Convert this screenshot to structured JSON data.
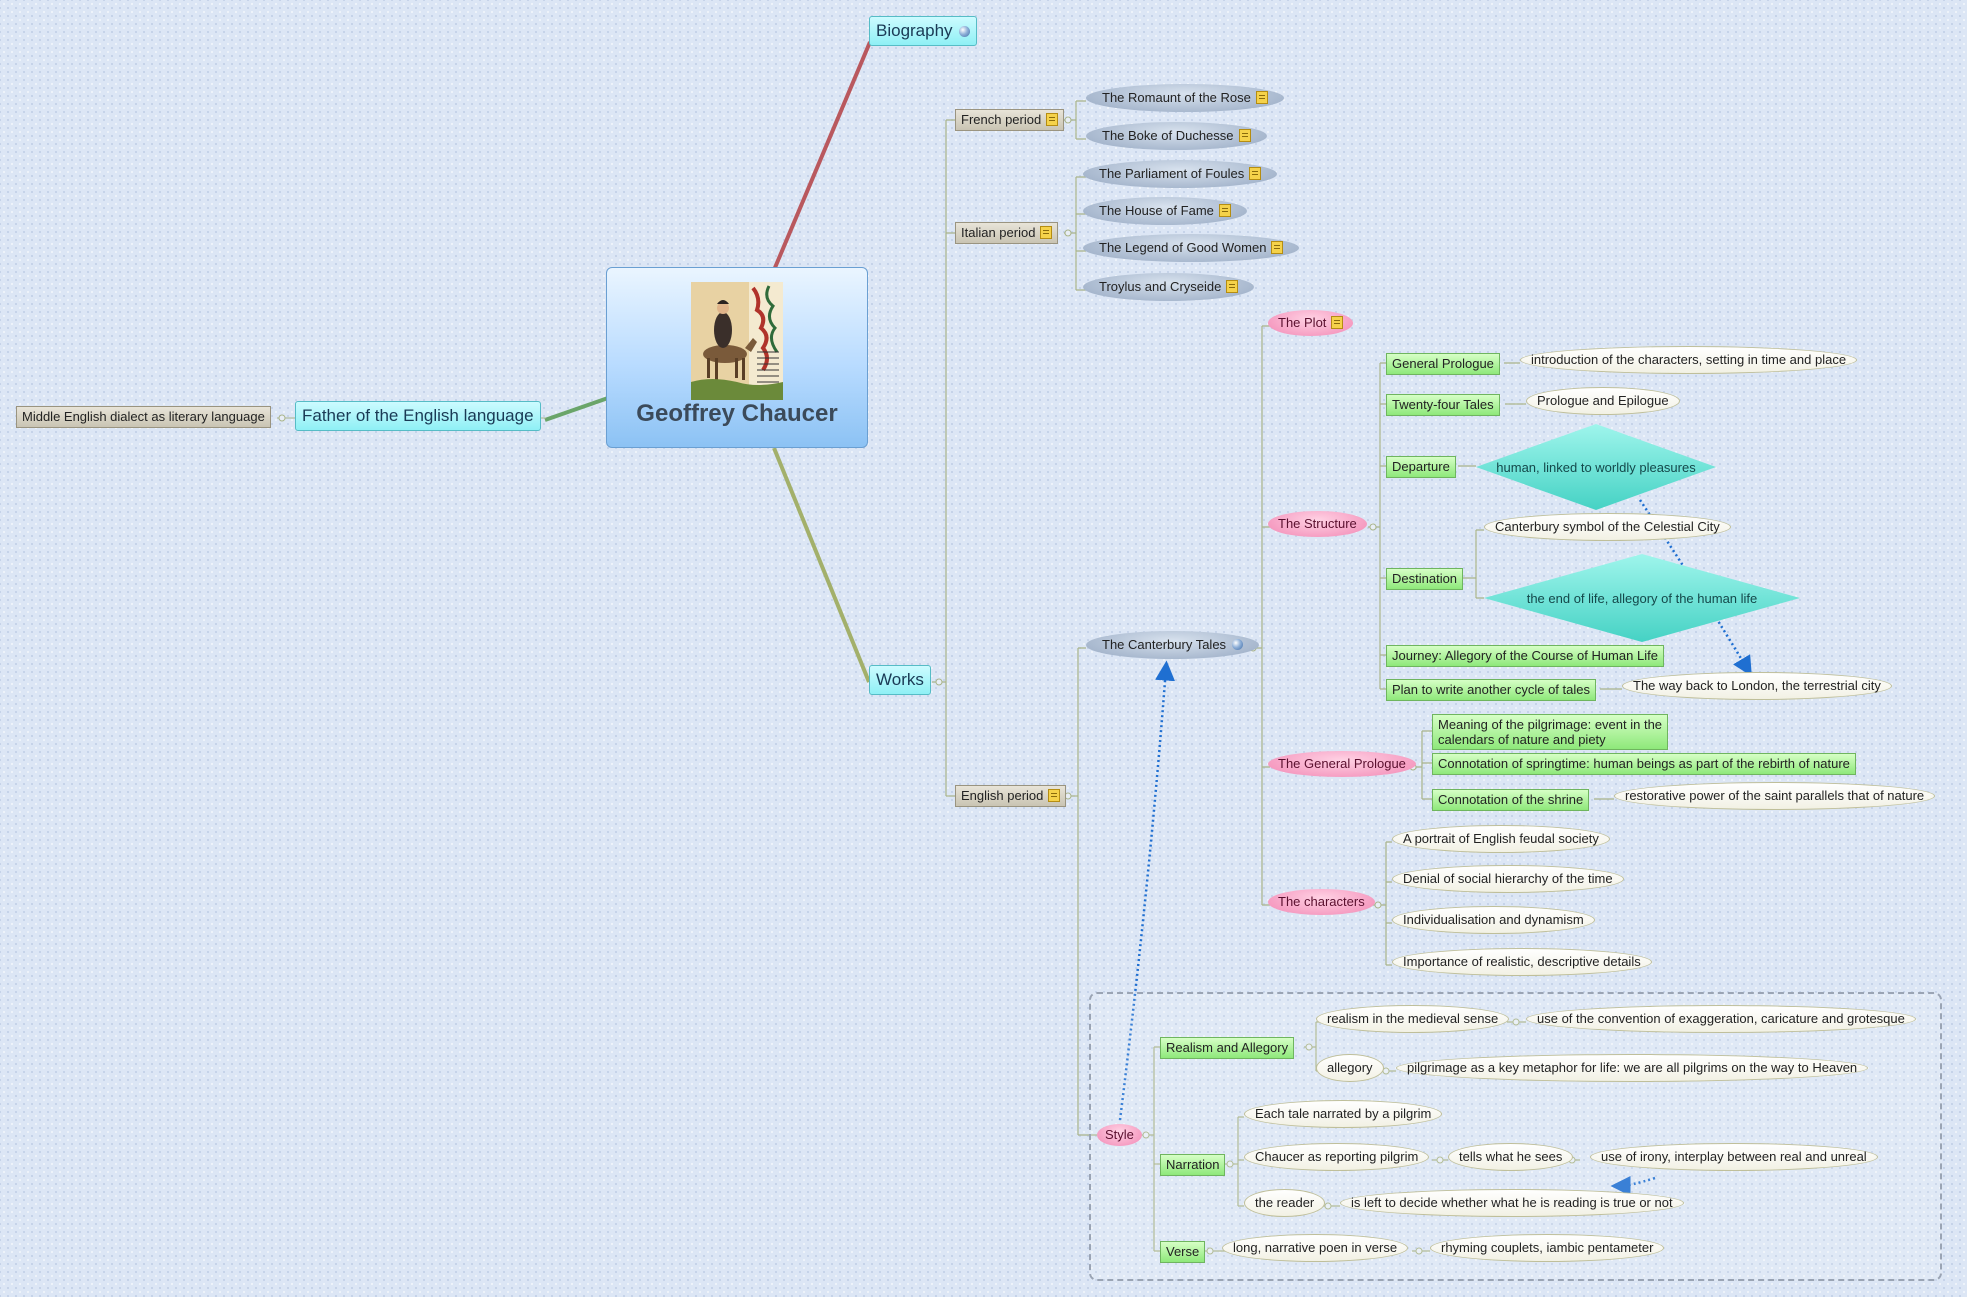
{
  "central": {
    "title": "Geoffrey Chaucer",
    "image": "pilgrim-on-horseback-manuscript-illustration"
  },
  "branches": {
    "biography": "Biography",
    "father": "Father of the English language",
    "middle_english": "Middle English dialect as literary language",
    "works": "Works"
  },
  "periods": {
    "french": "French period",
    "italian": "Italian period",
    "english": "English period"
  },
  "french_works": [
    "The Romaunt of the Rose",
    "The Boke of Duchesse"
  ],
  "italian_works": [
    "The Parliament of Foules",
    "The House of Fame",
    "The Legend of Good Women",
    "Troylus and Cryseide"
  ],
  "canterbury": {
    "title": "The Canterbury Tales",
    "plot": "The Plot",
    "structure": "The Structure",
    "general_prologue": "The General Prologue",
    "characters": "The characters",
    "style": "Style"
  },
  "structure_items": {
    "general_prologue": "General Prologue",
    "general_prologue_desc": "introduction of the characters, setting in time and place",
    "twenty_four": "Twenty-four Tales",
    "twenty_four_desc": "Prologue and Epilogue",
    "departure": "Departure",
    "departure_desc": "human, linked to worldly pleasures",
    "destination": "Destination",
    "destination_desc1": "Canterbury symbol of the Celestial City",
    "destination_desc2": "the end of life, allegory of the human life",
    "journey": "Journey: Allegory of the Course of Human Life",
    "plan": "Plan to write another cycle of tales",
    "plan_desc": "The way back to London, the terrestrial city"
  },
  "prologue_items": {
    "meaning_line1": "Meaning of the pilgrimage: event in the",
    "meaning_line2": "calendars of nature and piety",
    "springtime": "Connotation of springtime: human beings as part of the rebirth of nature",
    "shrine": "Connotation of the shrine",
    "shrine_desc": "restorative power of the saint parallels that of nature"
  },
  "character_items": [
    "A portrait of English feudal society",
    "Denial of social hierarchy of the time",
    "Individualisation and dynamism",
    "Importance of realistic, descriptive details"
  ],
  "style_items": {
    "realism": "Realism and Allegory",
    "realism_medieval": "realism in the medieval sense",
    "realism_medieval_desc": "use of the convention of exaggeration, caricature and grotesque",
    "allegory": "allegory",
    "allegory_desc": "pilgrimage as a key metaphor for life: we are all pilgrims on the way to Heaven",
    "narration": "Narration",
    "each_tale": "Each tale narrated by a pilgrim",
    "reporting": "Chaucer as reporting pilgrim",
    "tells": "tells what he sees",
    "irony": "use of irony, interplay between real and unreal",
    "reader": "the reader",
    "reader_desc": "is left to decide whether what he is reading is true or not",
    "verse": "Verse",
    "verse_desc": "long, narrative poen in verse",
    "verse_detail": "rhyming couplets, iambic pentameter"
  },
  "colors": {
    "biography_branch": "#b9585e",
    "father_branch": "#6aa56a",
    "works_branch": "#a3b06b",
    "connector": "#a9b48a",
    "relationship_arrow": "#1f6fd1"
  },
  "icons": {
    "note": "note-icon",
    "hyperlink": "globe-icon"
  }
}
